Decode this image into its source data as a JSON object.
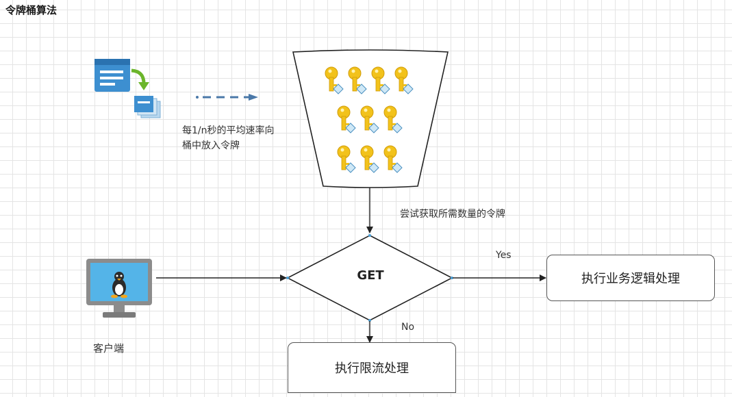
{
  "title": "令牌桶算法",
  "note_line1": "每1/n秒的平均速率向",
  "note_line2": "桶中放入令牌",
  "bucket_label": "尝试获取所需数量的令牌",
  "decision_label": "GET",
  "yes_label": "Yes",
  "no_label": "No",
  "business_box": "执行业务逻辑处理",
  "limit_box": "执行限流处理",
  "client_label": "客户端",
  "colors": {
    "token_gold": "#f2c21b",
    "arrow_dashed": "#4a78a8",
    "monitor_blue": "#54b4e8",
    "doc_blue": "#3d8fd0",
    "green_arrow": "#6bb52b"
  }
}
